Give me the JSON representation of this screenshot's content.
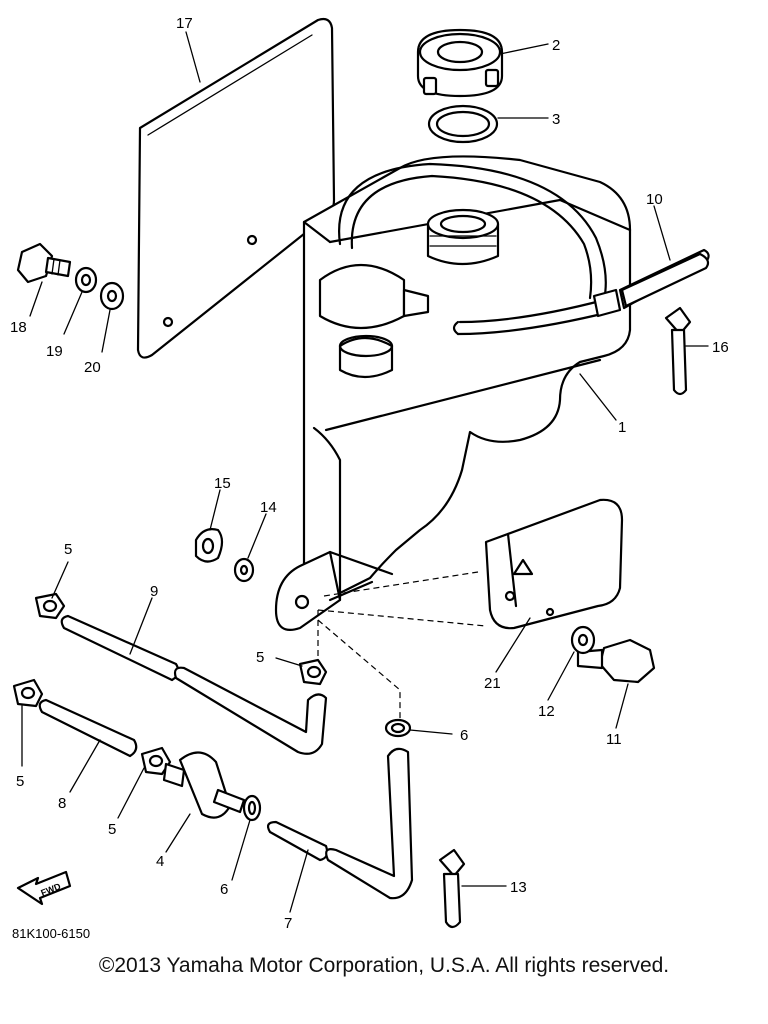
{
  "diagram": {
    "part_numbers": {
      "p1": "1",
      "p2": "2",
      "p3": "3",
      "p4": "4",
      "p5a": "5",
      "p5b": "5",
      "p5c": "5",
      "p5d": "5",
      "p6a": "6",
      "p6b": "6",
      "p7": "7",
      "p8": "8",
      "p9": "9",
      "p10": "10",
      "p11": "11",
      "p12": "12",
      "p13": "13",
      "p14": "14",
      "p15": "15",
      "p16": "16",
      "p17": "17",
      "p18": "18",
      "p19": "19",
      "p20": "20",
      "p21": "21"
    },
    "diagram_code": "81K100-6150",
    "fwd_label": "FWD"
  },
  "footer": {
    "copyright": "©2013 Yamaha Motor Corporation, U.S.A. All rights reserved."
  }
}
